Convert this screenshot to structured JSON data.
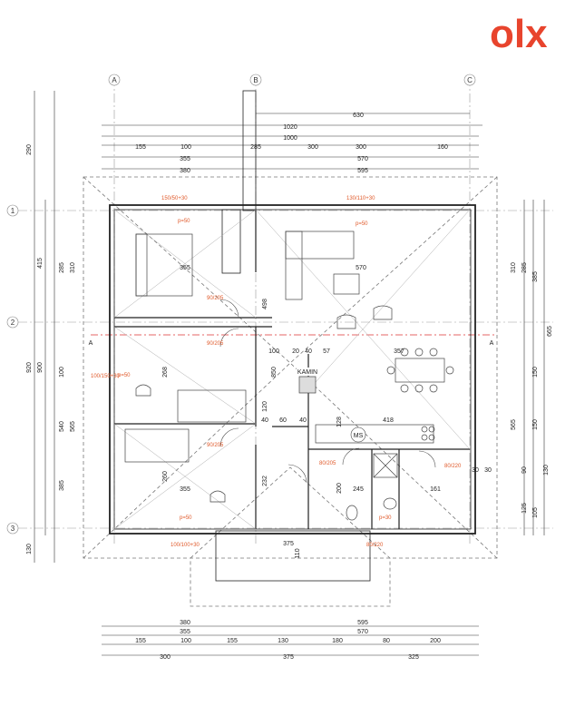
{
  "logo": {
    "text": "olx",
    "color": "#e8442d"
  },
  "axes": {
    "top": [
      "A",
      "B",
      "C"
    ],
    "side": [
      "1",
      "2",
      "3"
    ]
  },
  "top_dims": {
    "row1": [
      "630"
    ],
    "row2": [
      "1020"
    ],
    "row3": [
      "1000"
    ],
    "row4": [
      "155",
      "100",
      "285",
      "300",
      "300",
      "160"
    ],
    "row5": [
      "355",
      "570"
    ],
    "row6": [
      "380",
      "595"
    ]
  },
  "bottom_dims": {
    "row1": [
      "380",
      "595"
    ],
    "row2": [
      "355",
      "570"
    ],
    "row3": [
      "155",
      "100",
      "155",
      "130",
      "180",
      "80",
      "200"
    ],
    "row4": [
      "300",
      "375",
      "325"
    ]
  },
  "left_dims": {
    "outer": [
      "290",
      "920",
      "130"
    ],
    "mid": [
      "415",
      "900"
    ],
    "inner": [
      "285",
      "310",
      "100",
      "540",
      "565",
      "385"
    ]
  },
  "right_dims": {
    "outer": [
      "665"
    ],
    "mid": [
      "310",
      "385",
      "565",
      "105"
    ],
    "inner": [
      "285",
      "150",
      "150",
      "90",
      "125",
      "130"
    ]
  },
  "interior_dims": [
    "355",
    "570",
    "498",
    "268",
    "357",
    "100",
    "20",
    "40",
    "57",
    "850",
    "120",
    "40",
    "60",
    "40",
    "418",
    "128",
    "260",
    "355",
    "232",
    "200",
    "245",
    "161",
    "110",
    "375",
    "30",
    "30"
  ],
  "room_labels": [
    "KAMIN",
    "MS",
    "p=50",
    "p=50",
    "p=50",
    "p=30",
    "p=50"
  ],
  "openings": [
    "90/205",
    "90/205",
    "90/205",
    "80/205",
    "80/220",
    "150/50+30",
    "130/110+30",
    "100/150+30",
    "80/220",
    "100/100+30"
  ],
  "section_marks": [
    "A",
    "A"
  ]
}
